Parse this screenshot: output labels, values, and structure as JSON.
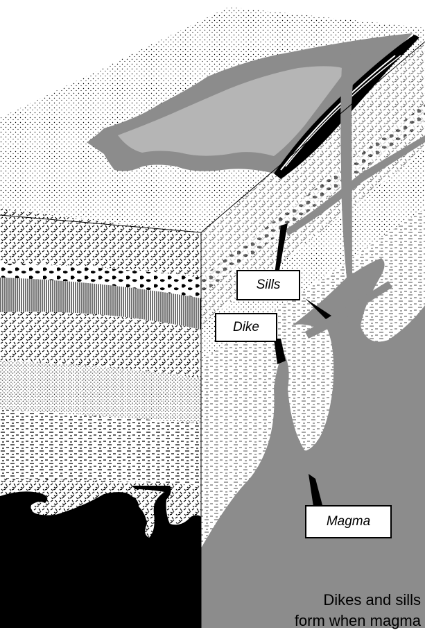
{
  "labels": {
    "sills": "Sills",
    "dike": "Dike",
    "magma": "Magma"
  },
  "caption": {
    "line1": "Dikes and sills",
    "line2": "form when magma"
  },
  "colors": {
    "magma_gray": "#8c8c8c",
    "lava_light": "#b5b5b5",
    "black": "#000000",
    "white": "#ffffff"
  }
}
